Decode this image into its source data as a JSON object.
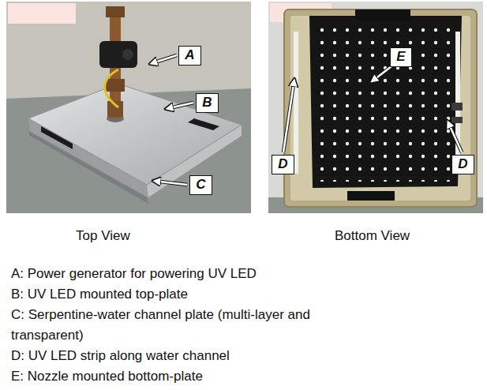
{
  "diagram": {
    "nodes": [
      {
        "text": [
          "A"
        ]
      },
      {
        "text": [
          "B"
        ]
      },
      {
        "text": [
          "C"
        ]
      },
      {
        "text": [
          "E"
        ]
      },
      {
        "text": [
          "D"
        ]
      },
      {
        "text": [
          "D"
        ]
      }
    ],
    "labels": [
      "Top View",
      "Bottom View",
      "A: Power generator for powering UV LED",
      "B: UV LED mounted top-plate",
      "C: Serpentine-water channel plate (multi-layer and transparent)",
      "D: UV LED strip along water channel",
      "E: Nozzle mounted bottom-plate"
    ]
  }
}
